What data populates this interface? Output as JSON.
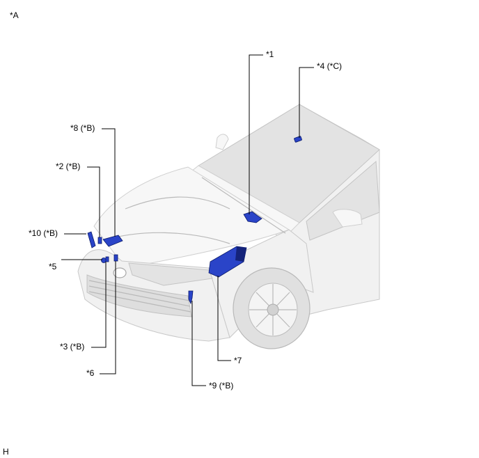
{
  "figure": {
    "view_label": "*A",
    "corner_code": "H"
  },
  "callouts": [
    {
      "id": "1",
      "text": "*1"
    },
    {
      "id": "2",
      "text": "*2 (*B)"
    },
    {
      "id": "3",
      "text": "*3 (*B)"
    },
    {
      "id": "4",
      "text": "*4 (*C)"
    },
    {
      "id": "5",
      "text": "*5"
    },
    {
      "id": "6",
      "text": "*6"
    },
    {
      "id": "7",
      "text": "*7"
    },
    {
      "id": "8",
      "text": "*8 (*B)"
    },
    {
      "id": "9",
      "text": "*9 (*B)"
    },
    {
      "id": "10",
      "text": "*10 (*B)"
    }
  ],
  "colors": {
    "highlight_part": "#2a44c8",
    "highlight_dark": "#14237a",
    "vehicle_body": "#f1f1f1",
    "vehicle_outline": "#c8c8c8",
    "leader_line": "#000000"
  }
}
